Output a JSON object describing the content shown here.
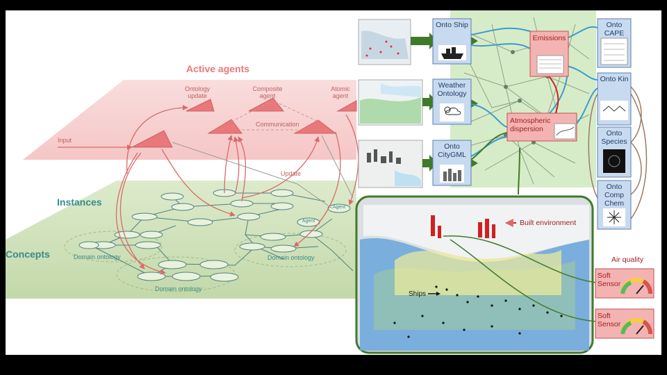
{
  "left_panel": {
    "title": "Active agents",
    "agent_labels": {
      "ontology_update": "Ontology update",
      "composite_agent": "Composite agent",
      "atomic_agent": "Atomic agent",
      "communication": "Communication",
      "input": "Input",
      "update": "Update"
    },
    "layer_labels": {
      "instances": "Instances",
      "concepts": "Concepts"
    },
    "domain_ontology_labels": [
      "Domain ontology",
      "Domain ontology",
      "Domain ontology"
    ],
    "agent_node_labels": [
      "Agent",
      "Agent"
    ]
  },
  "right_panel": {
    "onto_boxes": [
      {
        "id": "ship",
        "label": "Onto Ship"
      },
      {
        "id": "weather",
        "label": "Weather Ontology"
      },
      {
        "id": "citygml",
        "label": "Onto CityGML"
      },
      {
        "id": "cape",
        "label": "Onto CAPE"
      },
      {
        "id": "kin",
        "label": "Onto Kin"
      },
      {
        "id": "species",
        "label": "Onto Species"
      },
      {
        "id": "compchem",
        "label": "Onto Comp Chem"
      }
    ],
    "agent_boxes": [
      {
        "id": "emissions",
        "label": "Emissions"
      },
      {
        "id": "dispersion",
        "label": "Atmospheric dispersion"
      }
    ],
    "map_annotations": {
      "built_environment": "Built environment",
      "ships": "Ships"
    },
    "air_quality": {
      "title": "Air quality",
      "sensors": [
        "Soft Sensor",
        "Soft Sensor"
      ]
    }
  },
  "colors": {
    "agent_red": "#e8787a",
    "agent_plane": "#f6c9c9",
    "instance_plane": "#cfe0b8",
    "instances_text": "#3b8a8a",
    "onto_box_fill": "#c8daf0",
    "onto_box_stroke": "#5a7fae",
    "agent_box_fill": "#f4b3b3",
    "green_arrow": "#3f7a2a",
    "network_green": "#d6ecc8",
    "water_blue": "#6fa8dc"
  }
}
